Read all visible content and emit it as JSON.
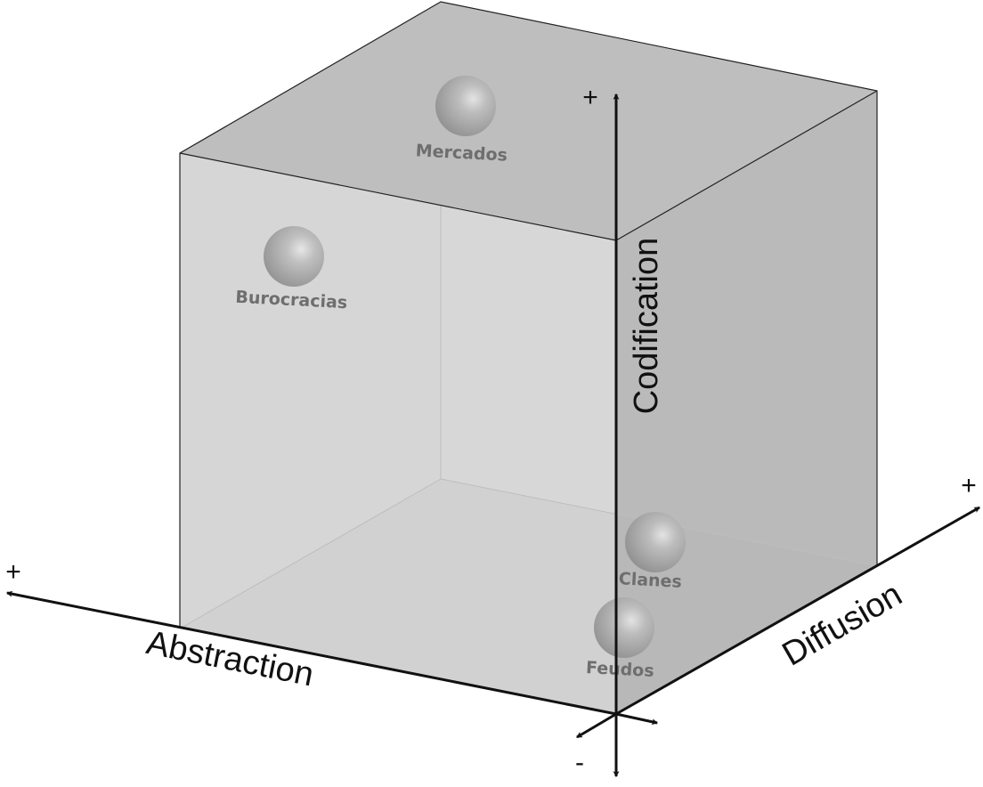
{
  "axes": {
    "codification": "Codification",
    "abstraction": "Abstraction",
    "diffusion": "Diffusion",
    "plus": "+",
    "minus": "-"
  },
  "nodes": {
    "mercados": "Mercados",
    "burocracias": "Burocracias",
    "clanes": "Clanes",
    "feudos": "Feudos"
  },
  "colors": {
    "cube_left": "#cfcfcf",
    "cube_back": "#dedede",
    "cube_top": "#b9b9b9",
    "cube_right": "#b2b2b2",
    "cube_bottom": "#c9c9c9",
    "axis": "#111111",
    "ball": "#a9a9a9"
  }
}
